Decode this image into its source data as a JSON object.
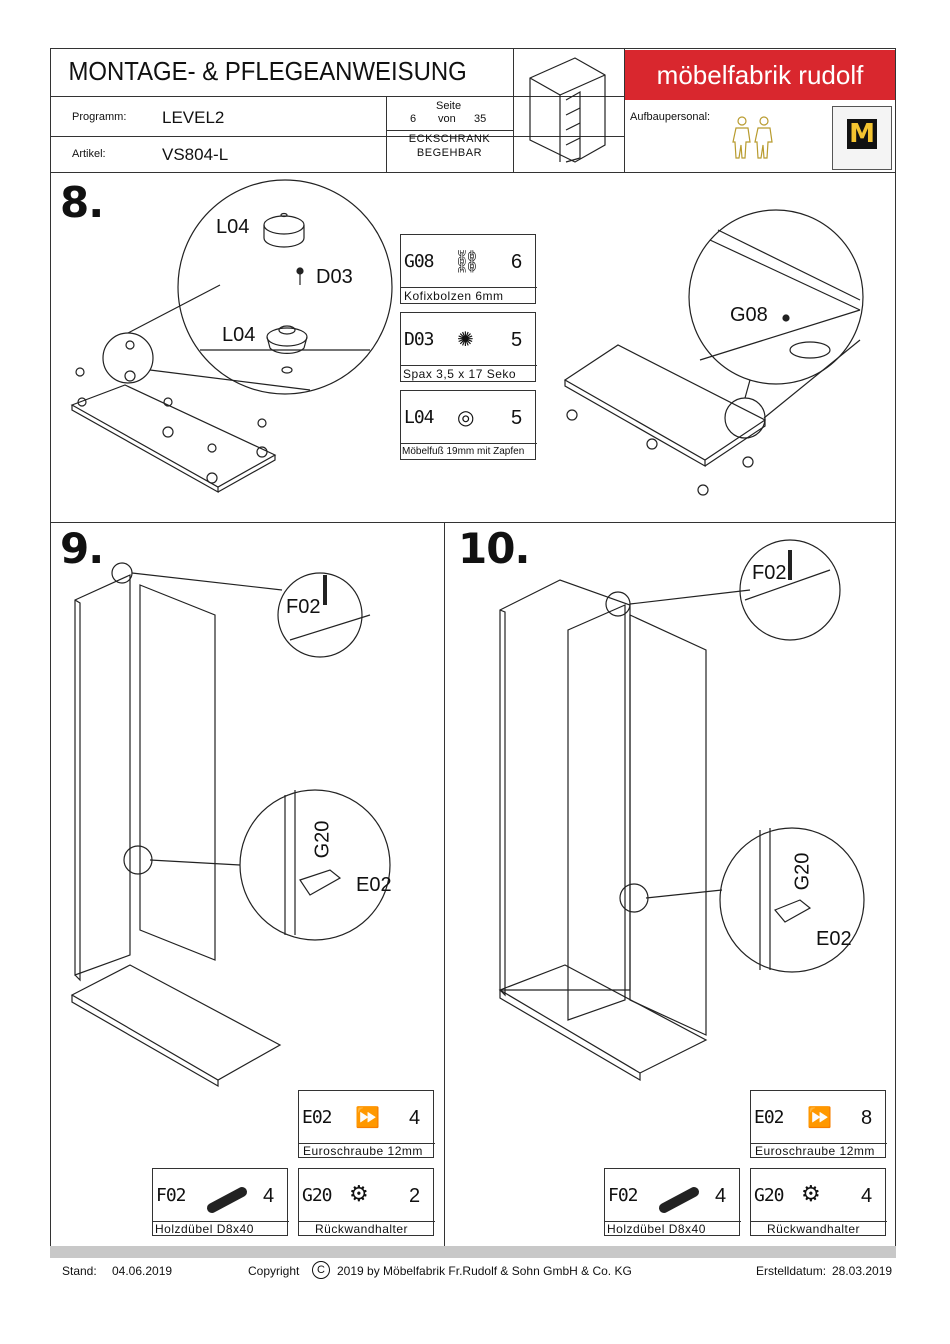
{
  "header": {
    "title": "MONTAGE- & PFLEGEANWEISUNG",
    "programm_label": "Programm:",
    "programm_value": "LEVEL2",
    "artikel_label": "Artikel:",
    "artikel_value": "VS804-L",
    "seite_label": "Seite",
    "page_current": "6",
    "page_von": "von",
    "page_total": "35",
    "product_line1": "ECKSCHRANK",
    "product_line2": "BEGEHBAR",
    "brand": "möbelfabrik rudolf",
    "aufbaupersonal_label": "Aufbaupersonal:",
    "brand_color": "#d9272e",
    "seal_letter": "M"
  },
  "steps": {
    "step8": {
      "number": "8.",
      "callout_labels": [
        "L04",
        "D03",
        "L04"
      ],
      "zoom_label": "G08",
      "parts": [
        {
          "code": "G08",
          "qty": "6",
          "desc": "Kofixbolzen 6mm",
          "icon": "dowel-bolt-icon"
        },
        {
          "code": "D03",
          "qty": "5",
          "desc": "Spax 3,5 x 17 Seko",
          "icon": "screw-icon"
        },
        {
          "code": "L04",
          "qty": "5",
          "desc": "Möbelfuß 19mm mit Zapfen",
          "icon": "furniture-foot-icon"
        }
      ]
    },
    "step9": {
      "number": "9.",
      "callout_top": "F02",
      "callout_mid_a": "G20",
      "callout_mid_b": "E02",
      "parts": [
        {
          "code": "E02",
          "qty": "4",
          "desc": "Euroschraube 12mm",
          "icon": "euro-screw-icon"
        },
        {
          "code": "F02",
          "qty": "4",
          "desc": "Holzdübel D8x40",
          "icon": "wood-dowel-icon"
        },
        {
          "code": "G20",
          "qty": "2",
          "desc": "Rückwandhalter",
          "icon": "back-panel-holder-icon"
        }
      ]
    },
    "step10": {
      "number": "10.",
      "callout_top": "F02",
      "callout_mid_a": "G20",
      "callout_mid_b": "E02",
      "parts": [
        {
          "code": "E02",
          "qty": "8",
          "desc": "Euroschraube 12mm",
          "icon": "euro-screw-icon"
        },
        {
          "code": "F02",
          "qty": "4",
          "desc": "Holzdübel D8x40",
          "icon": "wood-dowel-icon"
        },
        {
          "code": "G20",
          "qty": "4",
          "desc": "Rückwandhalter",
          "icon": "back-panel-holder-icon"
        }
      ]
    }
  },
  "footer": {
    "stand_label": "Stand:",
    "stand_date": "04.06.2019",
    "copyright_label": "Copyright",
    "copyright_symbol": "C",
    "copyright_text": "2019  by Möbelfabrik Fr.Rudolf & Sohn GmbH & Co. KG",
    "erstell_label": "Erstelldatum:",
    "erstell_date": "28.03.2019"
  }
}
